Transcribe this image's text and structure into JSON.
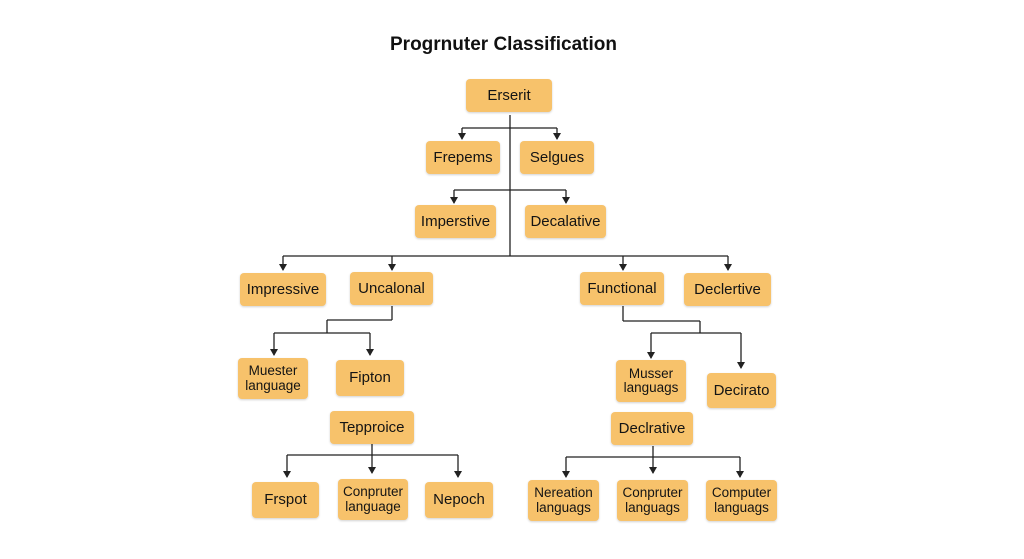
{
  "title": "Progrnuter Classification",
  "nodes": {
    "erserit": "Erserit",
    "frepems": "Frepems",
    "selgues": "Selgues",
    "imperstive": "Imperstive",
    "decalative": "Decalative",
    "impressive": "Impressive",
    "uncalonal": "Uncalonal",
    "functional": "Functional",
    "declertive": "Declertive",
    "muester_language": "Muester\nlanguage",
    "fipton": "Fipton",
    "musser_languags": "Musser\nlanguags",
    "decirato": "Decirato",
    "tepproice": "Tepproice",
    "declrative": "Declrative",
    "frspot": "Frspot",
    "conpruter_language": "Conpruter\nlanguage",
    "nepoch": "Nepoch",
    "nereation_languags": "Nereation\nlanguags",
    "conpruter_languags": "Conpruter\nlanguags",
    "computer_languags": "Computer\nlanguags"
  }
}
